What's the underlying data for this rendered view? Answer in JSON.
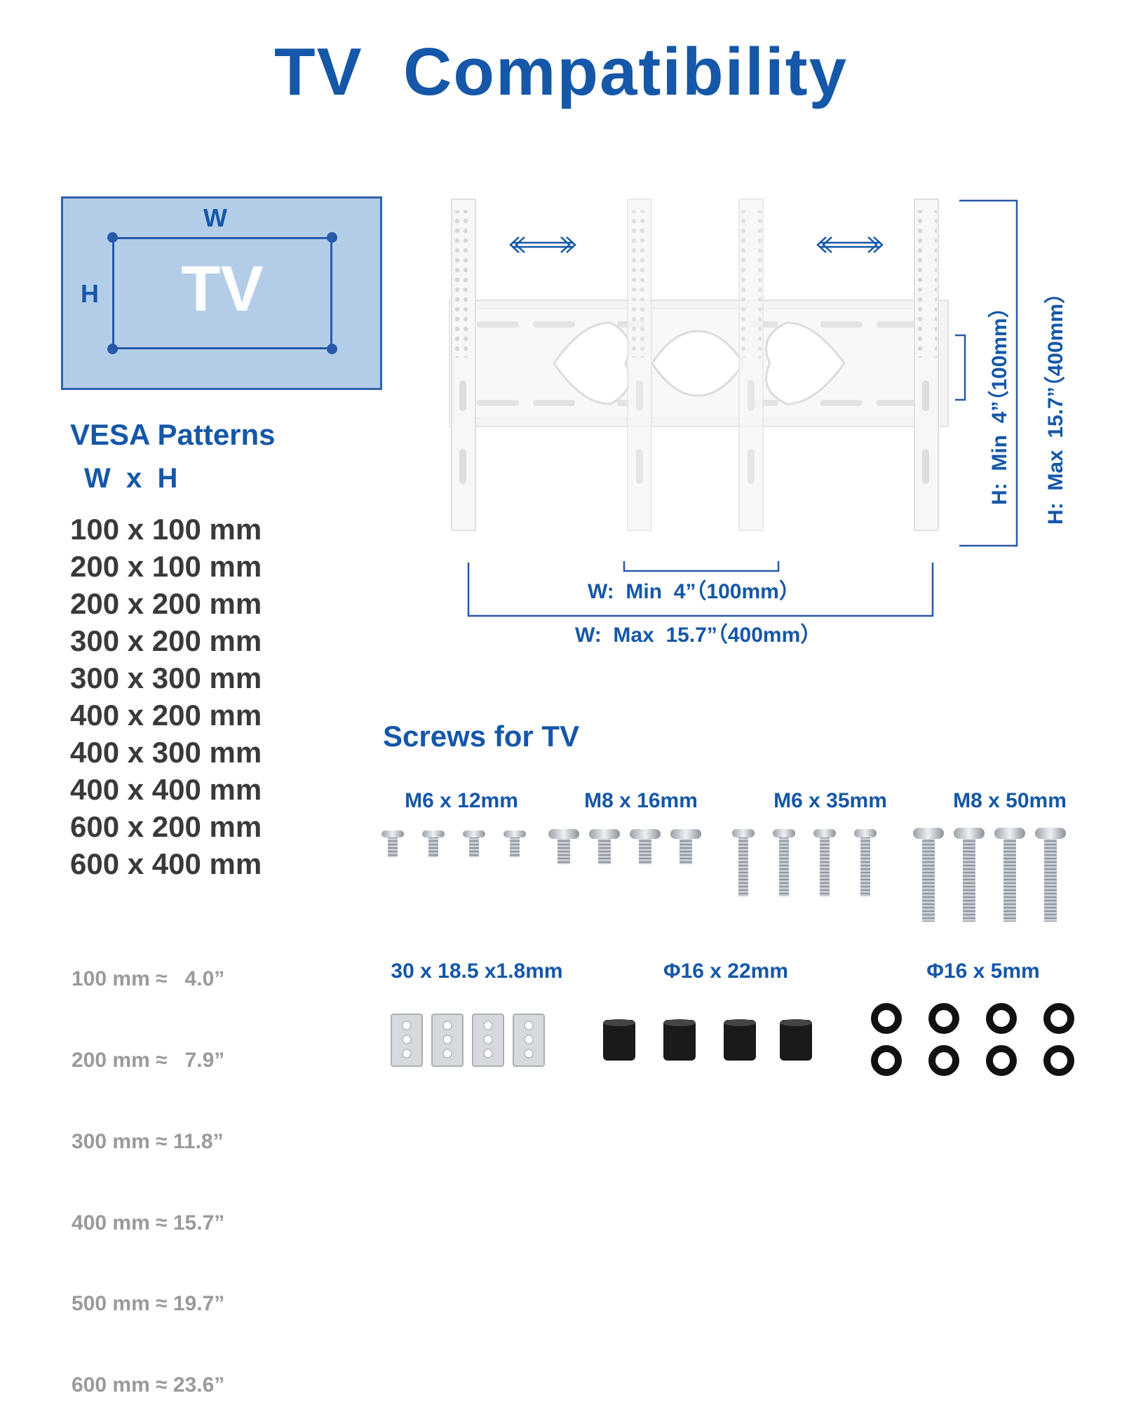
{
  "title": "TV  Compatibility",
  "tv_diagram": {
    "label": "TV",
    "w": "W",
    "h": "H"
  },
  "vesa": {
    "title": "VESA Patterns",
    "wh": "W  x  H",
    "patterns": [
      "100 x 100 mm",
      "200 x 100 mm",
      "200 x 200 mm",
      "300 x 200 mm",
      "300 x 300 mm",
      "400 x 200 mm",
      "400 x 300 mm",
      "400 x 400 mm",
      "600 x 200 mm",
      "600 x 400 mm"
    ],
    "conversions": [
      "100 mm ≈   4.0”",
      "200 mm ≈   7.9”",
      "300 mm ≈ 11.8”",
      "400 mm ≈ 15.7”",
      "500 mm ≈ 19.7”",
      "600 mm ≈ 23.6”"
    ]
  },
  "dimensions": {
    "w_min": "W:  Min  4”（100mm）",
    "w_max": "W:  Max  15.7”（400mm）",
    "h_min": "H:  Min  4”（100mm）",
    "h_max": "H:  Max  15.7”（400mm）"
  },
  "screws": {
    "title": "Screws for TV",
    "items": [
      {
        "label": "M6 x 12mm",
        "icon": "short-screw-icon"
      },
      {
        "label": "M8 x 16mm",
        "icon": "medium-screw-icon"
      },
      {
        "label": "M6 x 35mm",
        "icon": "long-screw-icon"
      },
      {
        "label": "M8 x 50mm",
        "icon": "longest-screw-icon"
      },
      {
        "label": "30 x 18.5 x1.8mm",
        "icon": "plate-washer-icon"
      },
      {
        "label": "Φ16 x 22mm",
        "icon": "spacer-icon"
      },
      {
        "label": "Φ16 x 5mm",
        "icon": "rubber-washer-icon"
      }
    ]
  },
  "colors": {
    "accent": "#1557a8",
    "tv_fill": "#b3cde9",
    "text_dark": "#3a3a3a",
    "text_gray": "#9a9a9a"
  }
}
